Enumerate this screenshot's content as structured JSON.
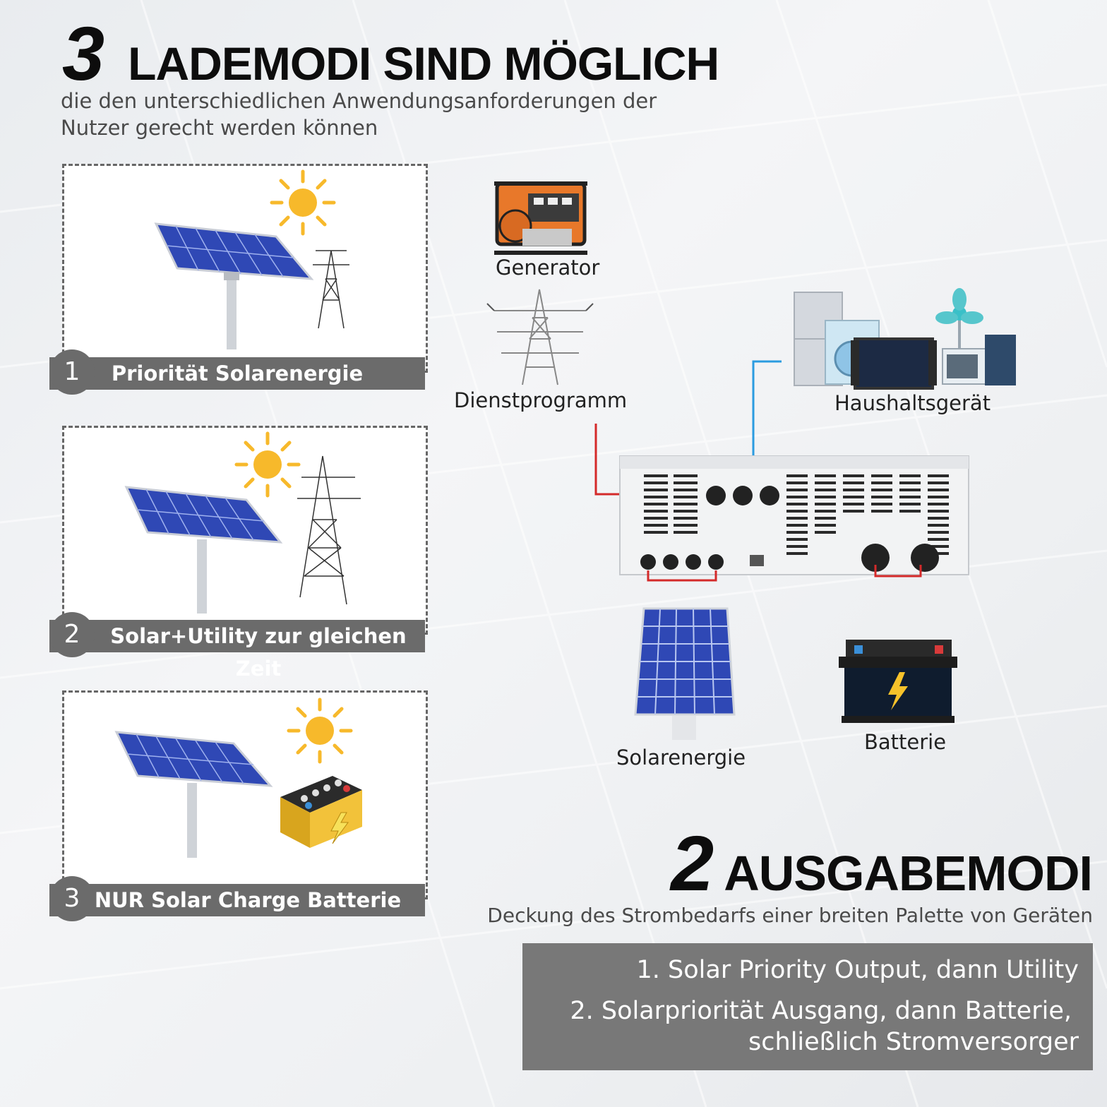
{
  "header": {
    "number": "3",
    "title": "LADEMODI SIND MÖGLICH",
    "subtitle_line1": "die den unterschiedlichen Anwendungsanforderungen der",
    "subtitle_line2": "Nutzer gerecht werden können"
  },
  "charging_modes": [
    {
      "number": "1",
      "label": "Priorität Solarenergie"
    },
    {
      "number": "2",
      "label": "Solar+Utility zur gleichen Zeit"
    },
    {
      "number": "3",
      "label": "NUR Solar Charge Batterie"
    }
  ],
  "diagram": {
    "generator": "Generator",
    "utility": "Dienstprogramm",
    "appliances": "Haushaltsgerät",
    "solar": "Solarenergie",
    "battery": "Batterie"
  },
  "output": {
    "number": "2",
    "title": "AUSGABEMODI",
    "subtitle": "Deckung des Strombedarfs einer breiten Palette von Geräten",
    "item1": "1. Solar Priority Output, dann Utility",
    "item2_line1": "2. Solarpriorität Ausgang, dann Batterie,",
    "item2_line2": "schließlich Stromversorger"
  },
  "colors": {
    "wire_ac": "#d42a2a",
    "wire_out": "#2b9be0",
    "sun": "#f7b92b",
    "panel": "#2f48b5",
    "label_bg": "#6b6b6b"
  },
  "icons": [
    "sun-icon",
    "solar-panel-icon",
    "power-tower-icon",
    "battery-icon",
    "generator-icon",
    "appliances-icon",
    "inverter-icon"
  ]
}
